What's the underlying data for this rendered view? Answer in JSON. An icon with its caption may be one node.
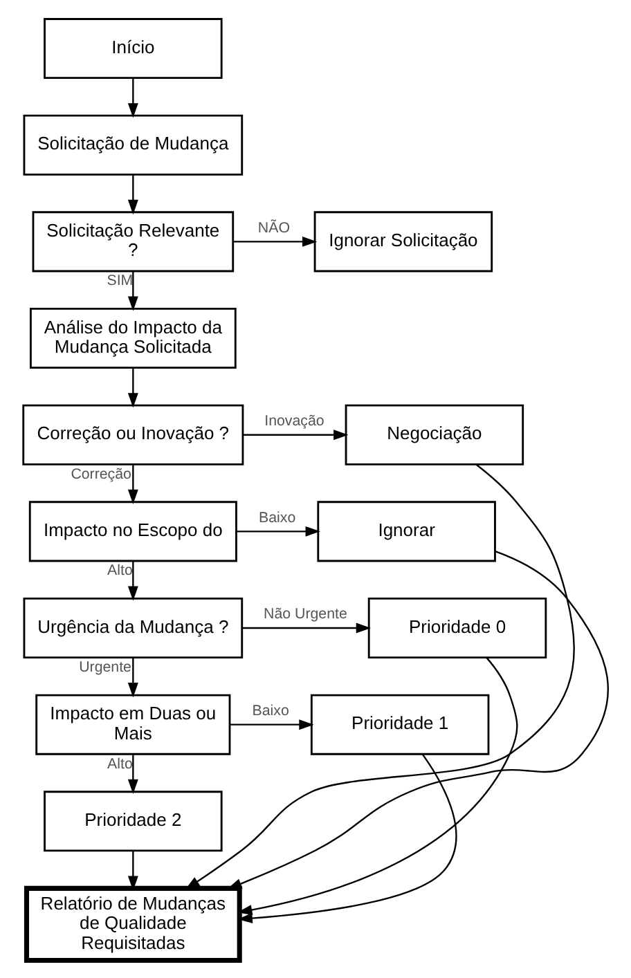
{
  "diagram": {
    "nodes": [
      {
        "text": [
          "Início"
        ]
      },
      {
        "text": [
          "Solicitação de Mudança"
        ]
      },
      {
        "text": [
          "Solicitação Relevante ?"
        ]
      },
      {
        "text": [
          "Ignorar Solicitação"
        ]
      },
      {
        "text": [
          "Análise do Impacto da Mudança Solicitada"
        ]
      },
      {
        "text": [
          "Correção ou Inovação ?"
        ]
      },
      {
        "text": [
          "Negociação"
        ]
      },
      {
        "text": [
          "Impacto no Escopo do"
        ]
      },
      {
        "text": [
          "Ignorar"
        ]
      },
      {
        "text": [
          "Urgência da Mudança ?"
        ]
      },
      {
        "text": [
          "Prioridade 0"
        ]
      },
      {
        "text": [
          "Impacto em Duas ou Mais"
        ]
      },
      {
        "text": [
          "Prioridade 1"
        ]
      },
      {
        "text": [
          "Prioridade 2"
        ]
      },
      {
        "text": [
          "Relatório de Mudanças de Qualidade Requisitadas"
        ]
      }
    ],
    "edges": [
      {
        "from": 0,
        "to": 1,
        "arrow": "to"
      },
      {
        "from": 1,
        "to": 2,
        "arrow": "to"
      },
      {
        "from": 2,
        "to": 3,
        "arrow": "to",
        "label": "NÃO"
      },
      {
        "from": 2,
        "to": 4,
        "arrow": "to",
        "label": "SIM"
      },
      {
        "from": 4,
        "to": 5,
        "arrow": "to"
      },
      {
        "from": 5,
        "to": 6,
        "arrow": "to",
        "label": "Inovação"
      },
      {
        "from": 5,
        "to": 7,
        "arrow": "to",
        "label": "Correção"
      },
      {
        "from": 7,
        "to": 8,
        "arrow": "to",
        "label": "Baixo"
      },
      {
        "from": 7,
        "to": 9,
        "arrow": "to",
        "label": "Alto"
      },
      {
        "from": 9,
        "to": 10,
        "arrow": "to",
        "label": "Não Urgente"
      },
      {
        "from": 9,
        "to": 11,
        "arrow": "to",
        "label": "Urgente"
      },
      {
        "from": 11,
        "to": 12,
        "arrow": "to",
        "label": "Baixo"
      },
      {
        "from": 11,
        "to": 13,
        "arrow": "to",
        "label": "Alto"
      },
      {
        "from": 13,
        "to": 14,
        "arrow": "to"
      },
      {
        "from": 6,
        "to": 14,
        "arrow": "to"
      },
      {
        "from": 8,
        "to": 14,
        "arrow": "to"
      },
      {
        "from": 10,
        "to": 14,
        "arrow": "to"
      },
      {
        "from": 12,
        "to": 14,
        "arrow": "to"
      }
    ]
  }
}
